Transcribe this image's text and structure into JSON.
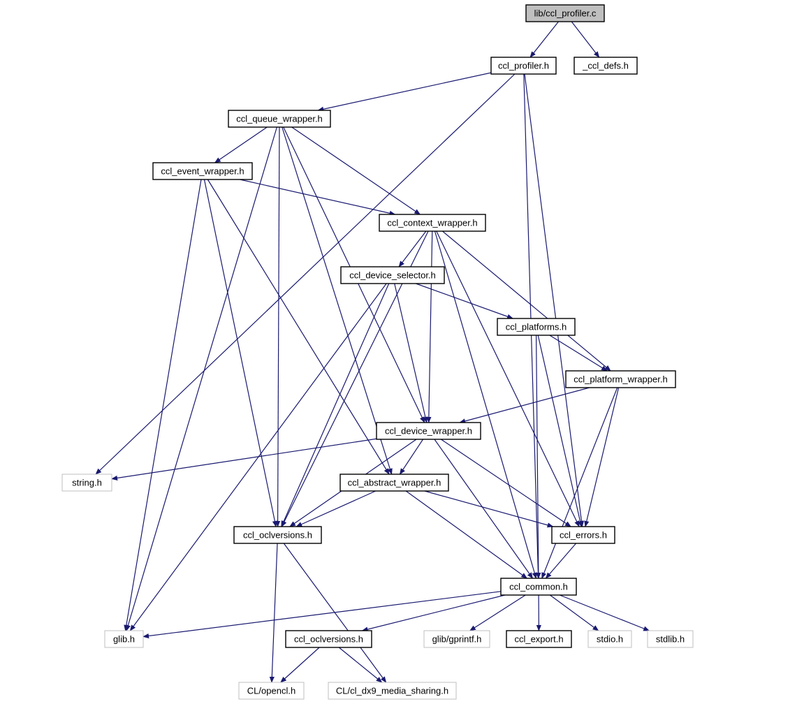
{
  "diagram": {
    "title": "lib/ccl_profiler.c include dependency graph",
    "colors": {
      "edge": "#191970",
      "root_fill": "#bfbfbf",
      "node_border": "#000000",
      "external_border": "#bfbfbf"
    },
    "nodes": [
      {
        "id": "root",
        "label": "lib/ccl_profiler.c",
        "kind": "root"
      },
      {
        "id": "profiler_h",
        "label": "ccl_profiler.h",
        "kind": "local"
      },
      {
        "id": "defs_h",
        "label": "_ccl_defs.h",
        "kind": "local"
      },
      {
        "id": "queue_wrapper",
        "label": "ccl_queue_wrapper.h",
        "kind": "local"
      },
      {
        "id": "event_wrapper",
        "label": "ccl_event_wrapper.h",
        "kind": "local"
      },
      {
        "id": "context_wrapper",
        "label": "ccl_context_wrapper.h",
        "kind": "local"
      },
      {
        "id": "device_selector",
        "label": "ccl_device_selector.h",
        "kind": "local"
      },
      {
        "id": "platforms",
        "label": "ccl_platforms.h",
        "kind": "local"
      },
      {
        "id": "platform_wrapper",
        "label": "ccl_platform_wrapper.h",
        "kind": "local"
      },
      {
        "id": "device_wrapper",
        "label": "ccl_device_wrapper.h",
        "kind": "local"
      },
      {
        "id": "string_h",
        "label": "string.h",
        "kind": "external"
      },
      {
        "id": "abstract_wrapper",
        "label": "ccl_abstract_wrapper.h",
        "kind": "local"
      },
      {
        "id": "oclversions1",
        "label": "ccl_oclversions.h",
        "kind": "local"
      },
      {
        "id": "errors",
        "label": "ccl_errors.h",
        "kind": "local"
      },
      {
        "id": "common",
        "label": "ccl_common.h",
        "kind": "local"
      },
      {
        "id": "glib",
        "label": "glib.h",
        "kind": "external"
      },
      {
        "id": "oclversions2",
        "label": "ccl_oclversions.h",
        "kind": "local"
      },
      {
        "id": "gprintf",
        "label": "glib/gprintf.h",
        "kind": "external"
      },
      {
        "id": "export",
        "label": "ccl_export.h",
        "kind": "local"
      },
      {
        "id": "stdio",
        "label": "stdio.h",
        "kind": "external"
      },
      {
        "id": "stdlib",
        "label": "stdlib.h",
        "kind": "external"
      },
      {
        "id": "opencl",
        "label": "CL/opencl.h",
        "kind": "external"
      },
      {
        "id": "dx9",
        "label": "CL/cl_dx9_media_sharing.h",
        "kind": "external"
      }
    ],
    "edges": [
      [
        "root",
        "profiler_h"
      ],
      [
        "root",
        "defs_h"
      ],
      [
        "profiler_h",
        "string_h"
      ],
      [
        "profiler_h",
        "queue_wrapper"
      ],
      [
        "profiler_h",
        "errors"
      ],
      [
        "profiler_h",
        "common"
      ],
      [
        "queue_wrapper",
        "glib"
      ],
      [
        "queue_wrapper",
        "oclversions1"
      ],
      [
        "queue_wrapper",
        "event_wrapper"
      ],
      [
        "queue_wrapper",
        "abstract_wrapper"
      ],
      [
        "queue_wrapper",
        "device_wrapper"
      ],
      [
        "queue_wrapper",
        "context_wrapper"
      ],
      [
        "event_wrapper",
        "glib"
      ],
      [
        "event_wrapper",
        "oclversions1"
      ],
      [
        "event_wrapper",
        "abstract_wrapper"
      ],
      [
        "event_wrapper",
        "context_wrapper"
      ],
      [
        "context_wrapper",
        "oclversions1"
      ],
      [
        "context_wrapper",
        "device_selector"
      ],
      [
        "context_wrapper",
        "device_wrapper"
      ],
      [
        "context_wrapper",
        "platform_wrapper"
      ],
      [
        "context_wrapper",
        "errors"
      ],
      [
        "context_wrapper",
        "common"
      ],
      [
        "device_selector",
        "glib"
      ],
      [
        "device_selector",
        "oclversions1"
      ],
      [
        "device_selector",
        "device_wrapper"
      ],
      [
        "device_selector",
        "platforms"
      ],
      [
        "platforms",
        "platform_wrapper"
      ],
      [
        "platforms",
        "errors"
      ],
      [
        "platforms",
        "common"
      ],
      [
        "platform_wrapper",
        "device_wrapper"
      ],
      [
        "platform_wrapper",
        "errors"
      ],
      [
        "platform_wrapper",
        "common"
      ],
      [
        "device_wrapper",
        "string_h"
      ],
      [
        "device_wrapper",
        "oclversions1"
      ],
      [
        "device_wrapper",
        "abstract_wrapper"
      ],
      [
        "device_wrapper",
        "errors"
      ],
      [
        "device_wrapper",
        "common"
      ],
      [
        "abstract_wrapper",
        "oclversions1"
      ],
      [
        "abstract_wrapper",
        "errors"
      ],
      [
        "abstract_wrapper",
        "common"
      ],
      [
        "oclversions1",
        "opencl"
      ],
      [
        "oclversions1",
        "dx9"
      ],
      [
        "errors",
        "common"
      ],
      [
        "common",
        "glib"
      ],
      [
        "common",
        "oclversions2"
      ],
      [
        "common",
        "gprintf"
      ],
      [
        "common",
        "export"
      ],
      [
        "common",
        "stdio"
      ],
      [
        "common",
        "stdlib"
      ],
      [
        "oclversions2",
        "opencl"
      ],
      [
        "oclversions2",
        "dx9"
      ]
    ]
  }
}
